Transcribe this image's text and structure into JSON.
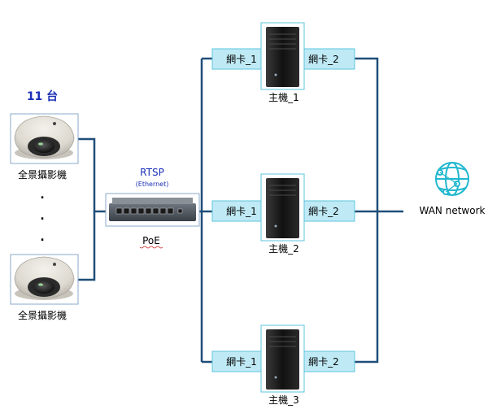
{
  "cameras": {
    "count_label": "11 台",
    "camera_label": "全景攝影機",
    "ellipsis": [
      ".",
      ".",
      "."
    ]
  },
  "switch": {
    "protocol": "RTSP",
    "protocol_sub": "(Ethernet)",
    "label": "PoE"
  },
  "hosts": [
    {
      "name": "主機_1",
      "nic_in": "網卡_1",
      "nic_out": "網卡_2"
    },
    {
      "name": "主機_2",
      "nic_in": "網卡_1",
      "nic_out": "網卡_2"
    },
    {
      "name": "主機_3",
      "nic_in": "網卡_1",
      "nic_out": "網卡_2"
    }
  ],
  "wan": {
    "label": "WAN network"
  },
  "colors": {
    "line": "#1f4e79",
    "nic_fill": "#bfeaf5",
    "nic_stroke": "#5cc4dd",
    "title_blue": "#1a2fb8",
    "wan_icon": "#20b7cf"
  }
}
